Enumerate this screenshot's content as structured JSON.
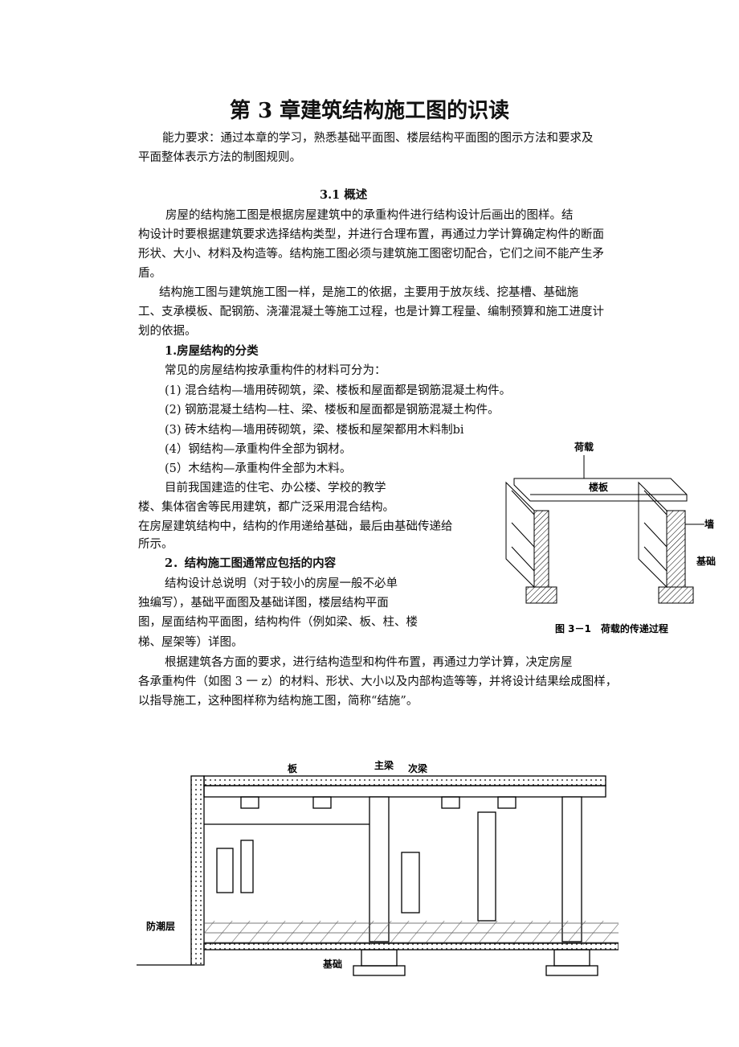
{
  "title": "第 3 章建筑结构施工图的识读",
  "intro": [
    "能力要求：通过本章的学习，熟悉基础平面图、楼层结构平面图的图示方法和要求及",
    "平面整体表示方法的制图规则。"
  ],
  "section": "3.1 概述",
  "para1": [
    "房屋的结构施工图是根据房屋建筑中的承重构件进行结构设计后画出的图样。结",
    "构设计时要根据建筑要求选择结构类型，并进行合理布置，再通过力学计算确定构件的断面",
    "形状、大小、材料及构造等。结构施工图必须与建筑施工图密切配合，它们之间不能产生矛",
    "盾。"
  ],
  "para2": [
    "结构施工图与建筑施工图一样，是施工的依据，主要用于放灰线、挖基槽、基础施",
    "工、支承模板、配钢筋、浇灌混凝土等施工过程，也是计算工程量、编制预算和施工进度计",
    "划的依据。"
  ],
  "h1": "1.房屋结构的分类",
  "list": [
    "常见的房屋结构按承重构件的材料可分为：",
    "(1)  混合结构—墙用砖砌筑，梁、楼板和屋面都是钢筋混凝土构件。",
    "(2)  钢筋混凝土结构—柱、梁、楼板和屋面都是钢筋混凝土构件。",
    "(3)  砖木结构—墙用砖砌筑，梁、楼板和屋架都用木料制bi",
    "(4）钢结构—承重构件全部为钢材。",
    "(5）木结构—承重构件全部为木料。"
  ],
  "para3": [
    "目前我国建造的住宅、办公楼、学校的教学",
    "楼、集体宿舍等民用建筑，都广泛采用混合结构。",
    "在房屋建筑结构中，结构的作用递给基础，最后由基础传递给",
    "所示。"
  ],
  "h2": "2．结构施工图通常应包括的内容",
  "para4": [
    "结构设计总说明（对于较小的房屋一般不必单",
    "独编写），基础平面图及基础详图，楼层结构平面",
    "图，屋面结构平面图，结构构件（例如梁、板、柱、楼",
    "梯、屋架等）详图。"
  ],
  "para5": [
    "根据建筑各方面的要求，进行结构造型和构件布置，再通过力学计算，决定房屋",
    "各承重构件（如图 3 一 z）的材料、形状、大小以及内部构造等等，并将设计结果绘成图样，",
    "以指导施工，这种图样称为结构施工图，简称“结施”。"
  ],
  "figure1": {
    "load": "荷载",
    "slab": "楼板",
    "wall": "墙",
    "foundation": "基础",
    "caption": "图 3－1　荷载的传递过程"
  },
  "figure2": {
    "slab": "板",
    "main_beam": "主梁",
    "secondary_beam": "次梁",
    "damp_proof": "防潮层",
    "foundation": "基础"
  }
}
